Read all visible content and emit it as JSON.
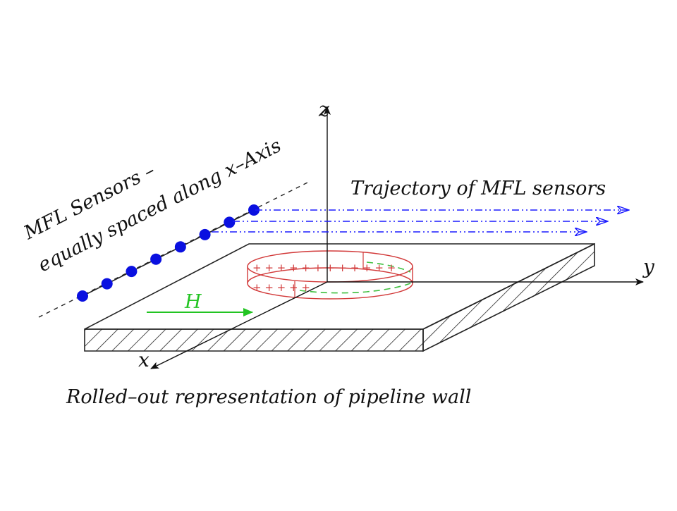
{
  "labels": {
    "sensors_line1": "MFL Sensors –",
    "sensors_line2": "equally spaced along x–Axis",
    "trajectory": "Trajectory of MFL sensors",
    "pipeline": "Rolled–out representation of pipeline wall",
    "field": "H"
  },
  "axes": {
    "x": "x",
    "y": "y",
    "z": "z"
  },
  "defect": {
    "plus_marks": "+ + + + + + + + + + + +",
    "plus_marks_lower": "+ + + + +"
  },
  "sensors": {
    "count": 8
  },
  "colors": {
    "sensor": "#0a10e0",
    "trajectory": "#1a1aff",
    "field": "#22c422",
    "defect_outline": "#d23a3a",
    "defect_dash": "#3fbf3f",
    "line": "#222222"
  }
}
